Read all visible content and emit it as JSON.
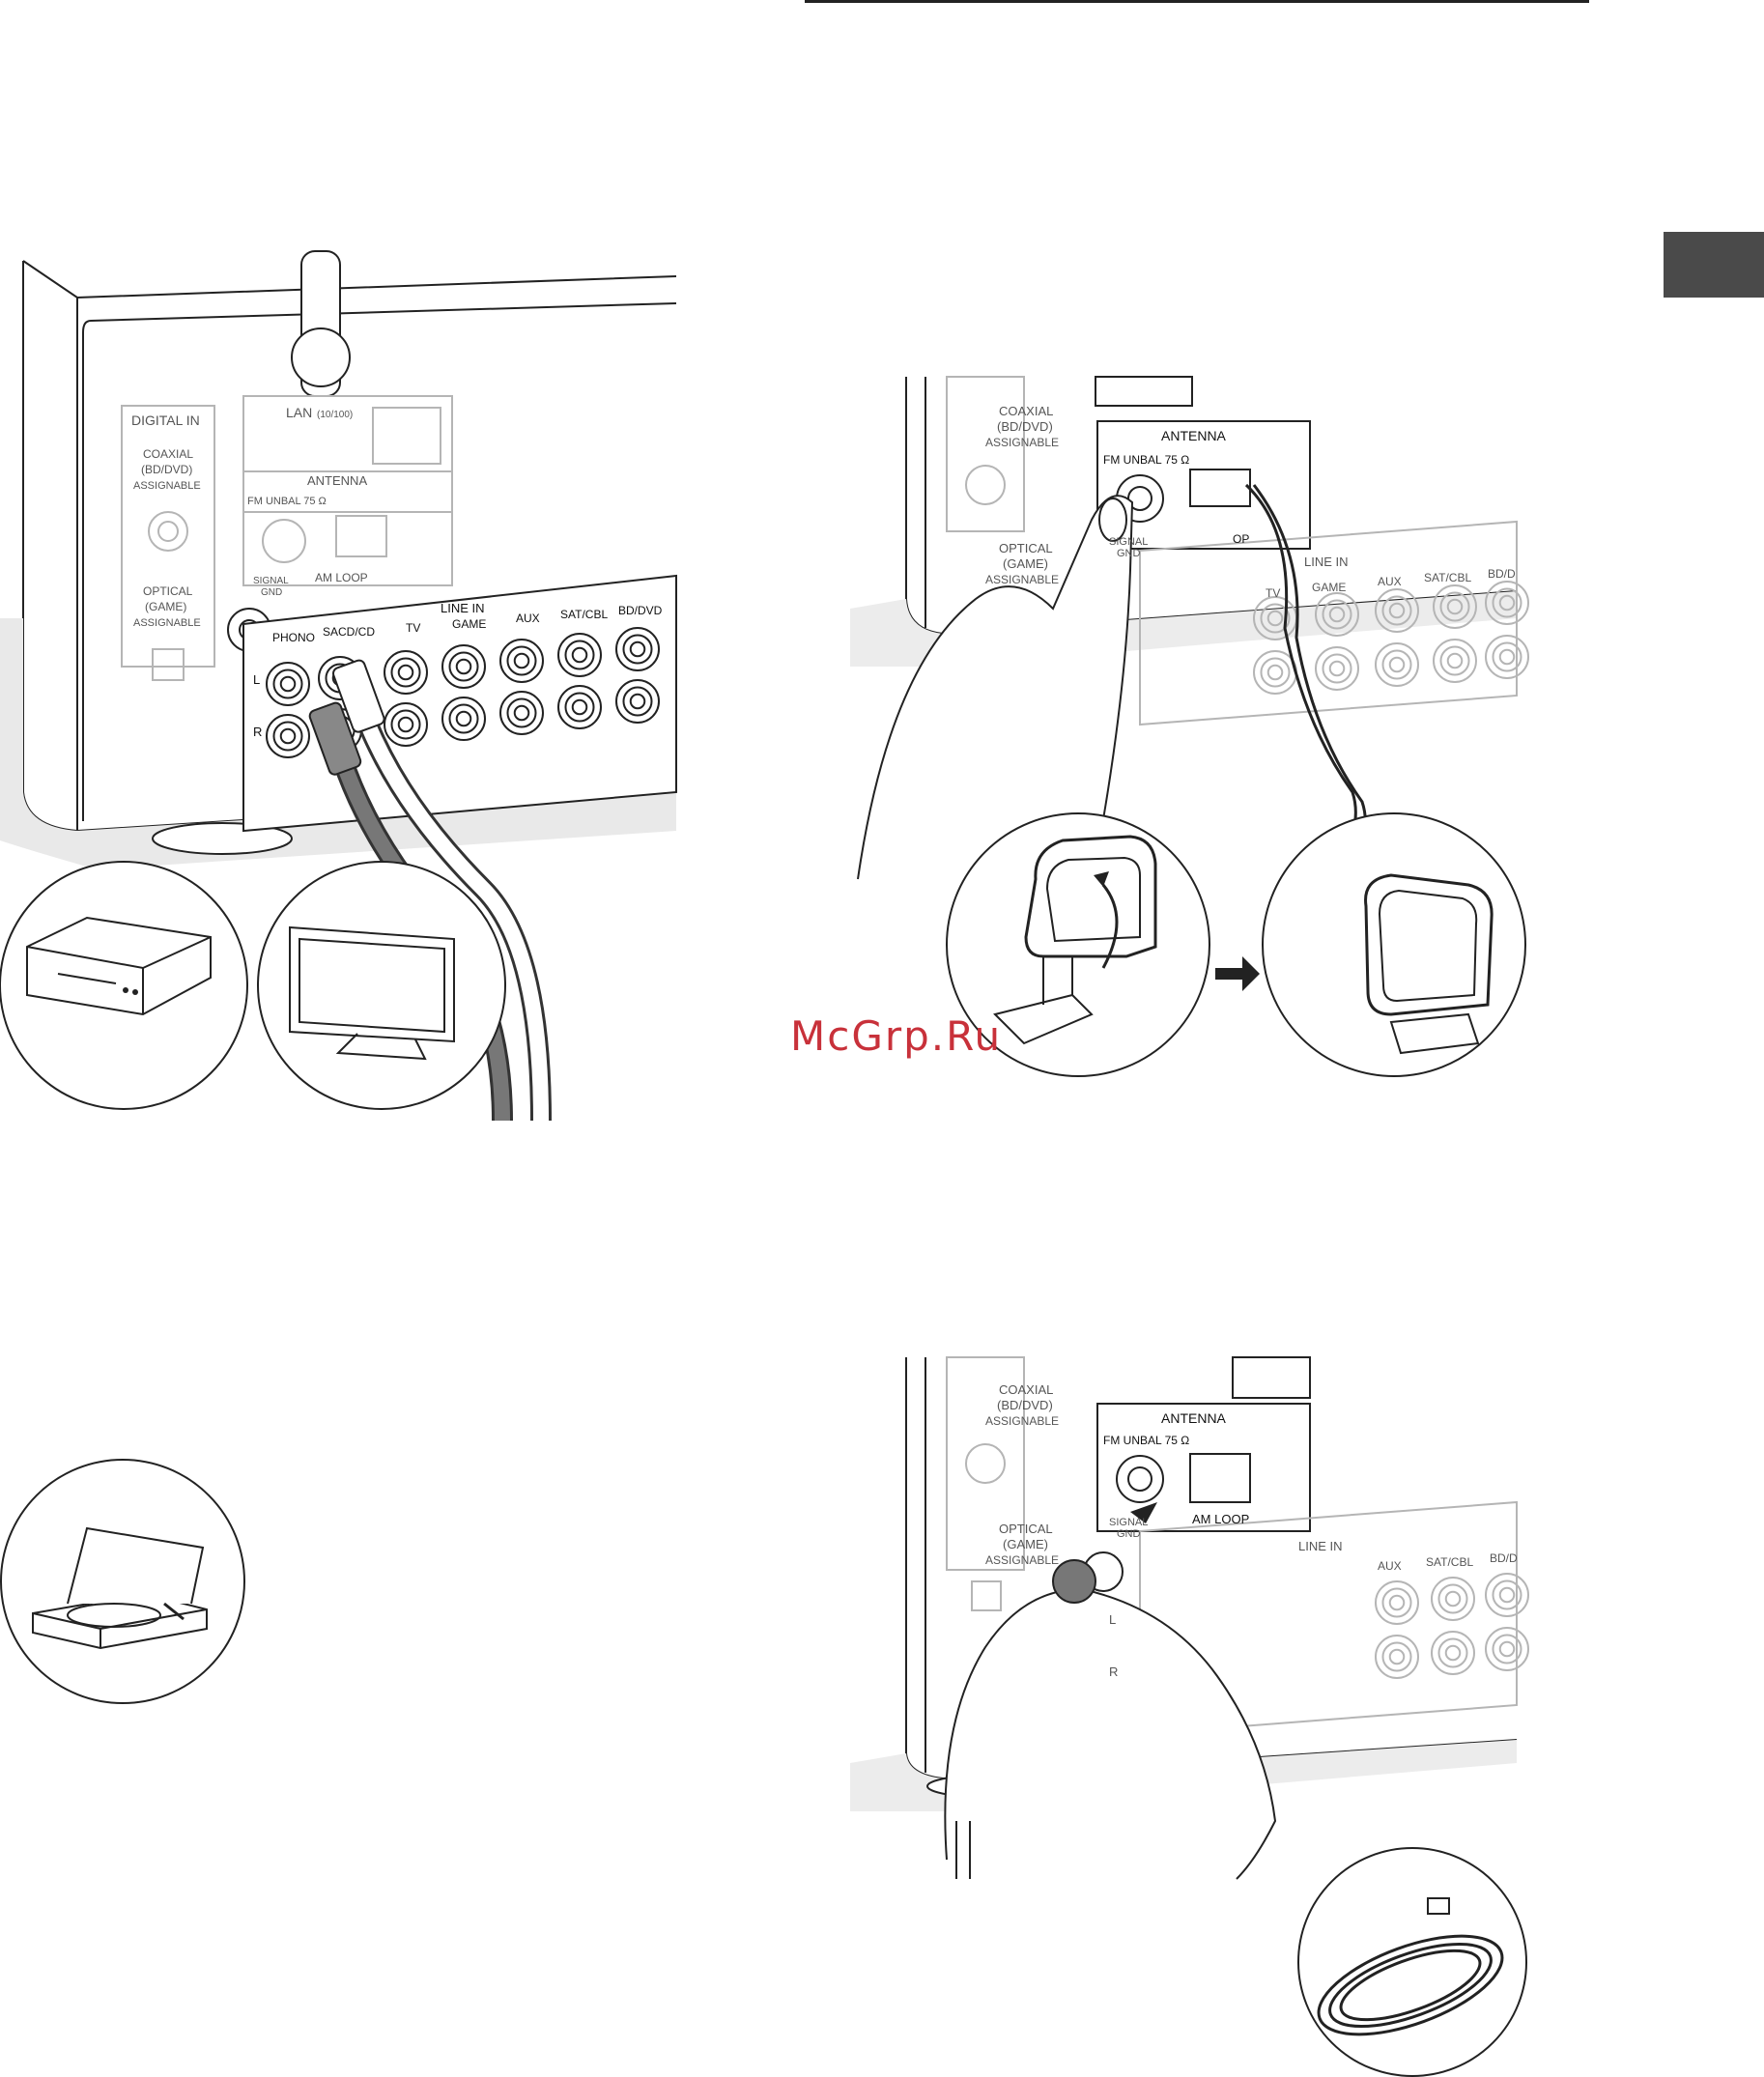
{
  "watermark": "McGrp.Ru",
  "colors": {
    "tab": "#4a4a4a",
    "watermark": "#c8313a",
    "line": "#222222",
    "panel_line": "#b5b5b5"
  },
  "fig1": {
    "digital_in": "DIGITAL IN",
    "coaxial": [
      "COAXIAL",
      "(BD/DVD)",
      "ASSIGNABLE"
    ],
    "optical": [
      "OPTICAL",
      "(GAME)",
      "ASSIGNABLE"
    ],
    "lan": "LAN",
    "lan_speed": "(10/100)",
    "antenna": "ANTENNA",
    "fm": "FM UNBAL 75 Ω",
    "am": "AM LOOP",
    "signal_gnd": [
      "SIGNAL",
      "GND"
    ],
    "line_in": "LINE IN",
    "inputs": [
      "PHONO",
      "SACD/CD",
      "TV",
      "GAME",
      "AUX",
      "SAT/CBL",
      "BD/DVD"
    ],
    "ch_l": "L",
    "ch_r": "R"
  },
  "fig2": {
    "coaxial": [
      "COAXIAL",
      "(BD/DVD)",
      "ASSIGNABLE"
    ],
    "optical": [
      "OPTICAL",
      "(GAME)",
      "ASSIGNABLE"
    ],
    "antenna": "ANTENNA",
    "fm": "FM UNBAL 75 Ω",
    "loop_partial": "OP",
    "signal_gnd": [
      "SIGNAL",
      "GND"
    ],
    "line_in": "LINE IN",
    "inputs": [
      "TV",
      "GAME",
      "AUX",
      "SAT/CBL",
      "BD/D"
    ]
  },
  "fig3": {
    "coaxial": [
      "COAXIAL",
      "(BD/DVD)",
      "ASSIGNABLE"
    ],
    "optical": [
      "OPTICAL",
      "(GAME)",
      "ASSIGNABLE"
    ],
    "antenna": "ANTENNA",
    "fm": "FM UNBAL 75 Ω",
    "am": "AM LOOP",
    "signal_gnd": [
      "SIGNAL",
      "GND"
    ],
    "line_in": "LINE IN",
    "inputs": [
      "AUX",
      "SAT/CBL",
      "BD/D"
    ],
    "ch_l": "L",
    "ch_r": "R"
  }
}
